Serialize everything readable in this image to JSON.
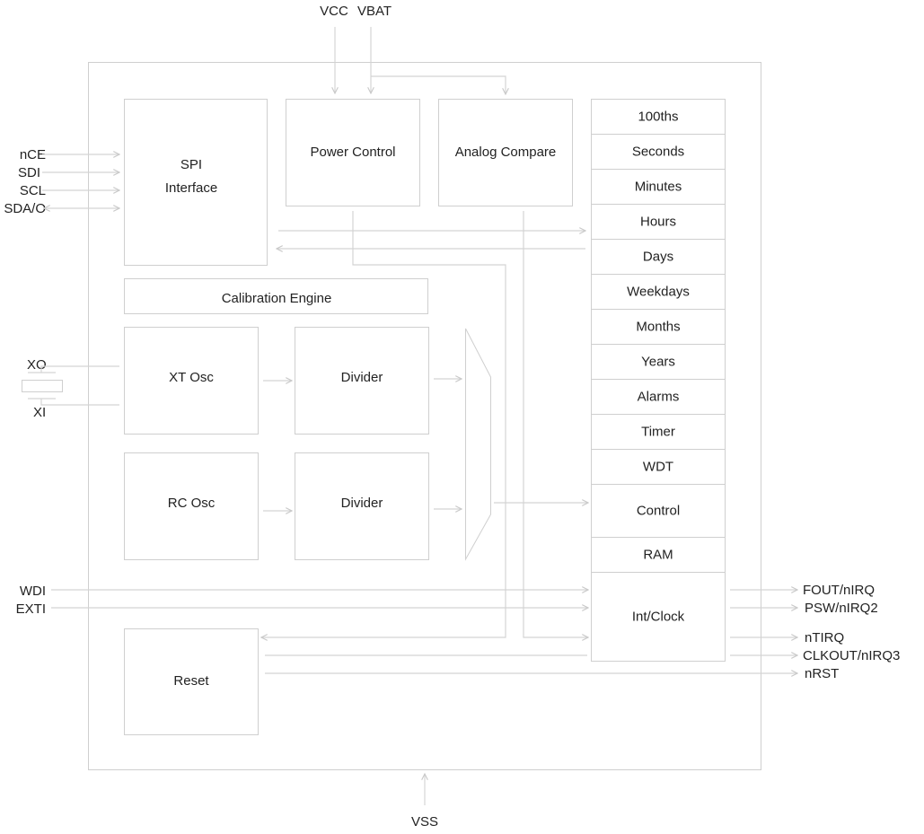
{
  "top_pins": {
    "vcc": "VCC",
    "vbat": "VBAT"
  },
  "bottom_pins": {
    "vss": "VSS"
  },
  "left_pins": {
    "nce": "nCE",
    "sdi": "SDI",
    "scl": "SCL",
    "sdao": "SDA/O",
    "xo": "XO",
    "xi": "XI",
    "wdi": "WDI",
    "exti": "EXTI"
  },
  "right_pins": [
    "FOUT/nIRQ",
    "PSW/nIRQ2",
    "nTIRQ",
    "CLKOUT/nIRQ3",
    "nRST"
  ],
  "blocks": {
    "spi_line1": "SPI",
    "spi_line2": "Interface",
    "power_control": "Power Control",
    "analog_compare": "Analog Compare",
    "calibration_engine": "Calibration Engine",
    "xt_osc": "XT Osc",
    "divider_xt": "Divider",
    "rc_osc": "RC Osc",
    "divider_rc": "Divider",
    "reset": "Reset"
  },
  "registers": [
    "100ths",
    "Seconds",
    "Minutes",
    "Hours",
    "Days",
    "Weekdays",
    "Months",
    "Years",
    "Alarms",
    "Timer",
    "WDT",
    "Control",
    "RAM",
    "Int/Clock"
  ]
}
